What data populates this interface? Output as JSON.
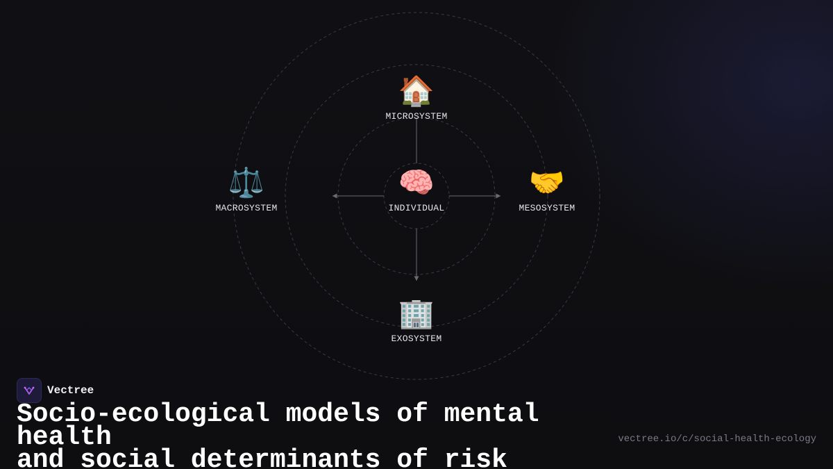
{
  "diagram": {
    "center": {
      "label": "INDIVIDUAL",
      "icon": "brain-icon",
      "glyph": "🧠"
    },
    "nodes": [
      {
        "key": "micro",
        "label": "MICROSYSTEM",
        "icon": "house-icon",
        "glyph": "🏠"
      },
      {
        "key": "meso",
        "label": "MESOSYSTEM",
        "icon": "handshake-icon",
        "glyph": "🤝"
      },
      {
        "key": "exo",
        "label": "EXOSYSTEM",
        "icon": "office-building-icon",
        "glyph": "🏢"
      },
      {
        "key": "macro",
        "label": "MACROSYSTEM",
        "icon": "balance-scale-icon",
        "glyph": "⚖️"
      }
    ],
    "colors": {
      "ring": "#3a3a44",
      "connector": "#6a6a72",
      "background": "#0f0f12"
    }
  },
  "footer": {
    "brand_name": "Vectree",
    "brand_icon": "vectree-logo-icon",
    "title_line1": "Socio-ecological models of mental health",
    "title_line2": "and social determinants of risk",
    "url": "vectree.io/c/social-health-ecology"
  }
}
